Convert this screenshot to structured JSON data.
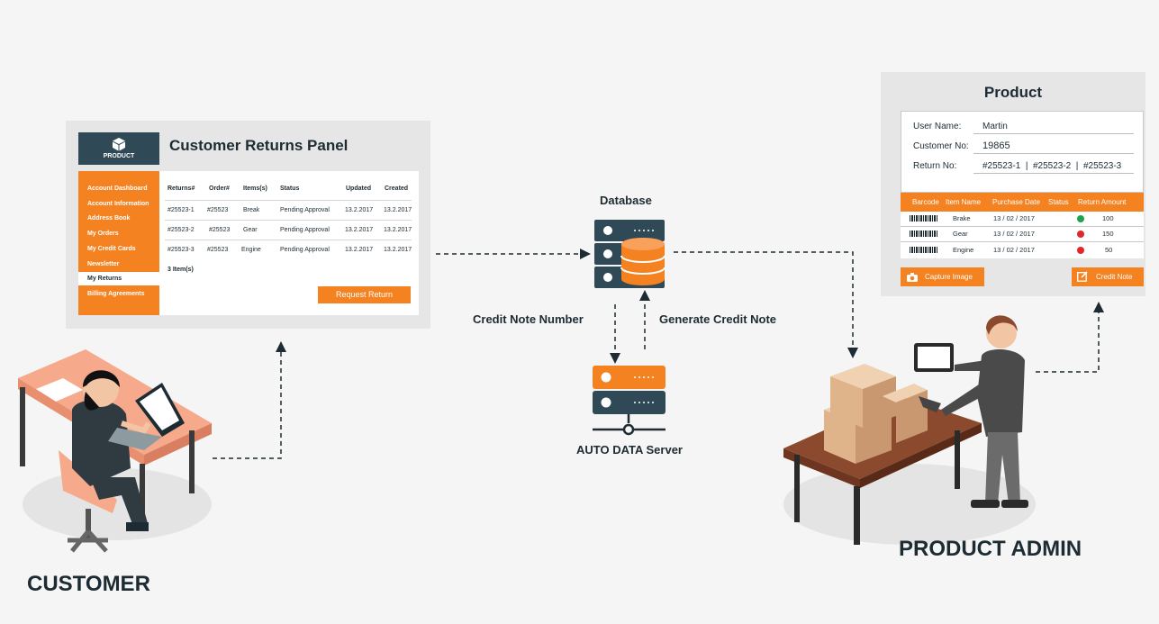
{
  "colors": {
    "accent": "#f58220",
    "dark": "#2f4a56",
    "status_green": "#1fa34a",
    "status_red": "#e3262b"
  },
  "customer_panel": {
    "logo_text": "PRODUCT",
    "title": "Customer Returns Panel",
    "sidebar": [
      {
        "label": "Account Dashboard",
        "active": false
      },
      {
        "label": "Account Information",
        "active": false
      },
      {
        "label": "Address Book",
        "active": false
      },
      {
        "label": "My Orders",
        "active": false
      },
      {
        "label": "My Credit Cards",
        "active": false
      },
      {
        "label": "Newsletter",
        "active": false
      },
      {
        "label": "My Returns",
        "active": true
      },
      {
        "label": "Billing Agreements",
        "active": false
      }
    ],
    "columns": [
      "Returns#",
      "Order#",
      "Items(s)",
      "Status",
      "Updated",
      "Created"
    ],
    "rows": [
      [
        "#25523-1",
        "#25523",
        "Break",
        "Pending Approval",
        "13.2.2017",
        "13.2.2017"
      ],
      [
        "#25523-2",
        "#25523",
        "Gear",
        "Pending Approval",
        "13.2.2017",
        "13.2.2017"
      ],
      [
        "#25523-3",
        "#25523",
        "Engine",
        "Pending Approval",
        "13.2.2017",
        "13.2.2017"
      ]
    ],
    "count_text": "3 Item(s)",
    "request_button": "Request Return"
  },
  "flow": {
    "database": "Database",
    "credit_note_number": "Credit Note Number",
    "generate_credit_note": "Generate Credit Note",
    "server": "AUTO DATA Server"
  },
  "product_panel": {
    "title": "Product",
    "user_name_label": "User Name:",
    "user_name": "Martin",
    "customer_no_label": "Customer No:",
    "customer_no": "19865",
    "return_no_label": "Return No:",
    "return_no": "#25523-1  |  #25523-2  |  #25523-3",
    "columns": [
      "Barcode",
      "Item Name",
      "Purchase Date",
      "Status",
      "Return Amount"
    ],
    "rows": [
      {
        "item": "Brake",
        "date": "13 / 02 / 2017",
        "status": "green",
        "amount": "100"
      },
      {
        "item": "Gear",
        "date": "13 / 02 / 2017",
        "status": "red",
        "amount": "150"
      },
      {
        "item": "Engine",
        "date": "13 / 02 / 2017",
        "status": "red",
        "amount": "50"
      }
    ],
    "capture_button": "Capture Image",
    "credit_button": "Credit Note",
    "camera_icon": "camera-icon",
    "edit_icon": "edit-icon"
  },
  "labels": {
    "customer": "CUSTOMER",
    "product_admin": "PRODUCT ADMIN"
  }
}
